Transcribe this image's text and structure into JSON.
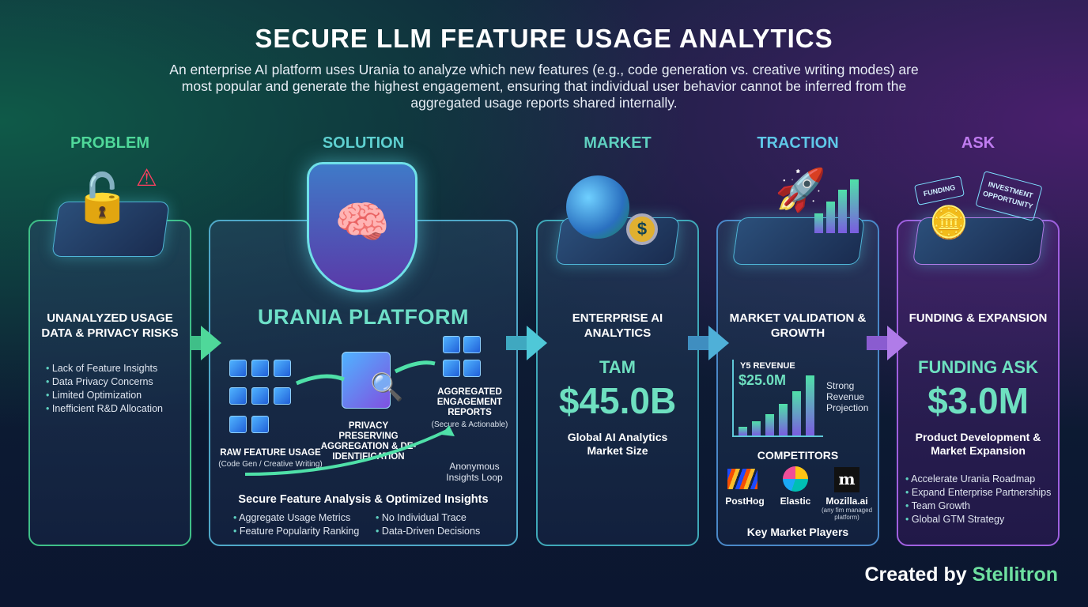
{
  "header": {
    "title": "SECURE LLM FEATURE USAGE ANALYTICS",
    "subtitle": "An enterprise AI platform uses Urania to analyze which new features (e.g., code generation vs. creative writing modes) are most popular and generate the highest engagement, ensuring that individual user behavior cannot be inferred from the aggregated usage reports shared internally."
  },
  "problem": {
    "header": "PROBLEM",
    "title": "UNANALYZED USAGE DATA & PRIVACY RISKS",
    "bullets": [
      "Lack of Feature Insights",
      "Data Privacy Concerns",
      "Limited Optimization",
      "Inefficient R&D Allocation"
    ]
  },
  "solution": {
    "header": "SOLUTION",
    "title": "URANIA PLATFORM",
    "step1": {
      "title": "RAW FEATURE USAGE",
      "note": "(Code Gen / Creative Writing)"
    },
    "step2": {
      "title": "PRIVACY PRESERVING AGGREGATION & DE-IDENTIFICATION"
    },
    "step3": {
      "title": "AGGREGATED ENGAGEMENT REPORTS",
      "note": "(Secure & Actionable)"
    },
    "loop": "Anonymous Insights Loop",
    "summary_title": "Secure Feature Analysis & Optimized Insights",
    "bullets": [
      "Aggregate Usage Metrics",
      "Feature Popularity Ranking",
      "No Individual Trace",
      "Data-Driven Decisions"
    ]
  },
  "market": {
    "header": "MARKET",
    "title": "ENTERPRISE AI ANALYTICS",
    "label": "TAM",
    "value": "$45.0B",
    "desc": "Global AI Analytics Market Size"
  },
  "traction": {
    "header": "TRACTION",
    "title": "MARKET VALIDATION & GROWTH",
    "rev_label": "Y5 REVENUE",
    "rev_value": "$25.0M",
    "rev_note": "Strong Revenue Projection",
    "bars": [
      0.12,
      0.2,
      0.3,
      0.45,
      0.62,
      0.85
    ],
    "competitors_title": "COMPETITORS",
    "competitors": [
      {
        "name": "PostHog"
      },
      {
        "name": "Elastic"
      },
      {
        "name": "Mozilla.ai",
        "note": "(any fim managed platform)"
      }
    ],
    "footer": "Key Market Players"
  },
  "ask": {
    "header": "ASK",
    "title": "FUNDING & EXPANSION",
    "label": "FUNDING ASK",
    "value": "$3.0M",
    "desc": "Product Development & Market Expansion",
    "bullets": [
      "Accelerate Urania Roadmap",
      "Expand Enterprise Partnerships",
      "Team Growth",
      "Global GTM Strategy"
    ],
    "sign1": "FUNDING",
    "sign2": "INVESTMENT OPPORTUNITY"
  },
  "footer": {
    "prefix": "Created by ",
    "brand": "Stellitron"
  },
  "colors": {
    "green": "#4fd89a",
    "teal": "#5fd0d0",
    "purple": "#c07cf0"
  }
}
